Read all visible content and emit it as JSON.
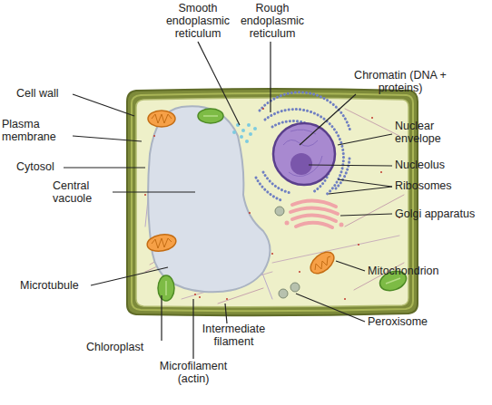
{
  "diagram": {
    "labels": [
      "Smooth endoplasmic reticulum",
      "Rough endoplasmic reticulum",
      "Cell wall",
      "Plasma membrane",
      "Chromatin (DNA + proteins)",
      "Nuclear envelope",
      "Cytosol",
      "Nucleolus",
      "Central vacuole",
      "Ribosomes",
      "Golgi apparatus",
      "Mitochondrion",
      "Microtubule",
      "Peroxisome",
      "Intermediate filament",
      "Chloroplast",
      "Microfilament (actin)"
    ]
  }
}
